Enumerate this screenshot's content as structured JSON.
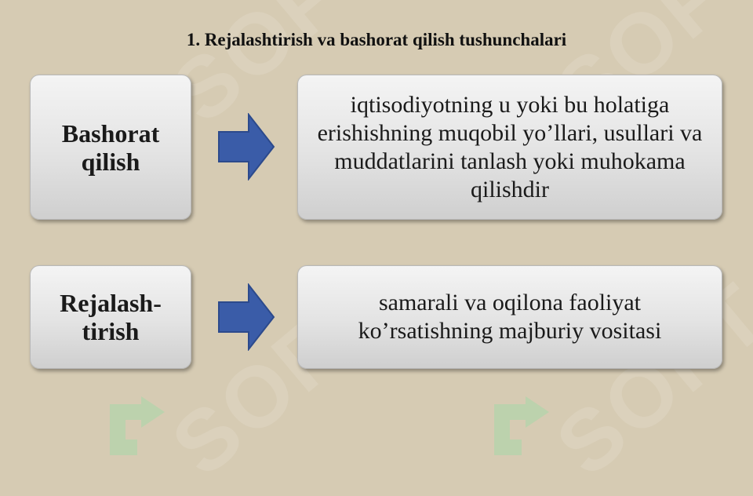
{
  "title": "1. Rejalashtirish va bashorat qilish tushunchalari",
  "rows": [
    {
      "term": "Bashorat qilish",
      "definition": "iqtisodiyotning u yoki bu holatiga erishishning muqobil yo’llari, usullari va muddatlarini tanlash yoki muhokama qilishdir"
    },
    {
      "term": "Rejalash-tirish",
      "definition": "samarali va oqilona faoliyat ko’rsatishning majburiy vositasi"
    }
  ],
  "watermark": "SOFT",
  "colors": {
    "background": "#d6cbb3",
    "arrow": "#3a5ca8",
    "box": "#e3e3e3",
    "watermark_mark": "#a8d8a8"
  }
}
